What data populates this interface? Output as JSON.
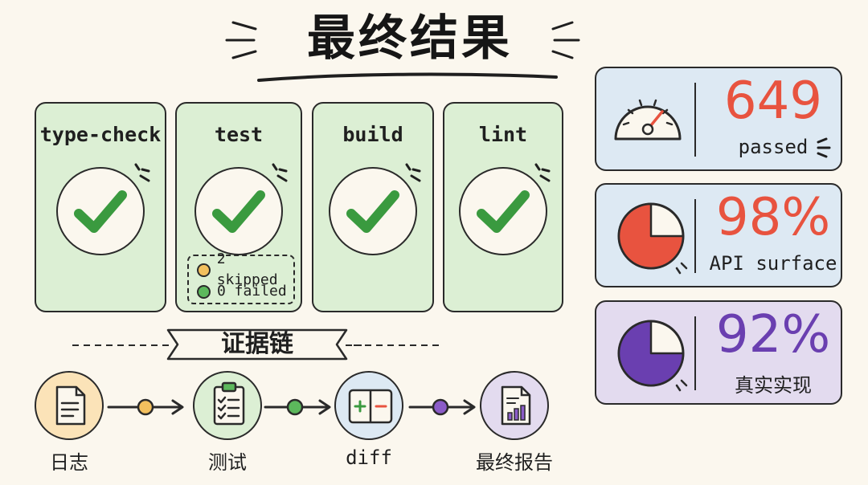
{
  "title": "最终结果",
  "checks": [
    {
      "label": "type-check"
    },
    {
      "label": "test",
      "skipped": "2 skipped",
      "failed": "0 failed"
    },
    {
      "label": "build"
    },
    {
      "label": "lint"
    }
  ],
  "stats": [
    {
      "value": "649",
      "label": "passed",
      "color": "#e8533f",
      "icon": "gauge-icon"
    },
    {
      "value": "98%",
      "label": "API surface",
      "color": "#e8533f",
      "icon": "pie-chart-icon",
      "fraction": 0.98
    },
    {
      "value": "92%",
      "label": "真实实现",
      "color": "#6a3fb0",
      "icon": "pie-chart-icon",
      "fraction": 0.92
    }
  ],
  "chain": {
    "title": "证据链",
    "nodes": [
      {
        "label": "日志",
        "icon": "document-icon"
      },
      {
        "label": "测试",
        "icon": "checklist-icon"
      },
      {
        "label": "diff",
        "icon": "diff-icon"
      },
      {
        "label": "最终报告",
        "icon": "report-chart-icon"
      }
    ]
  },
  "colors": {
    "card_green": "#dcefd4",
    "check_green": "#3a9a3f",
    "stat_blue": "#dde9f3",
    "stat_purple": "#e3dbef",
    "accent_red": "#e8533f",
    "accent_purple": "#6a3fb0"
  }
}
